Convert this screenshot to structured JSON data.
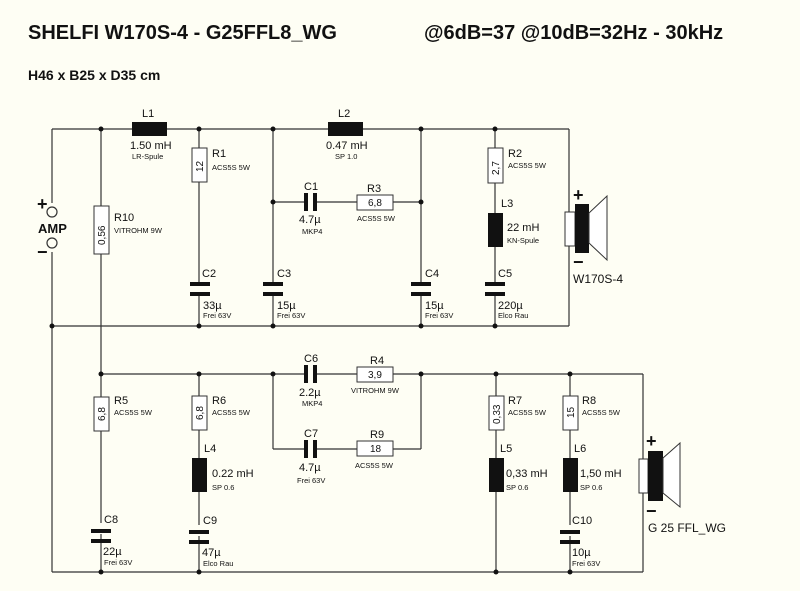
{
  "header": {
    "title": "SHELFI W170S-4 - G25FFL8_WG",
    "response": "@6dB=37 @10dB=32Hz - 30kHz",
    "dimensions": "H46 x B25 x D35 cm"
  },
  "amp": {
    "label": "AMP",
    "plus": "+",
    "minus": "−"
  },
  "components": {
    "L1": {
      "name": "L1",
      "value": "1.50 mH",
      "type": "LR-Spule"
    },
    "L2": {
      "name": "L2",
      "value": "0.47 mH",
      "type": "SP 1.0"
    },
    "L3": {
      "name": "L3",
      "value": "22 mH",
      "type": "KN-Spule"
    },
    "L4": {
      "name": "L4",
      "value": "0.22 mH",
      "type": "SP 0.6"
    },
    "L5": {
      "name": "L5",
      "value": "0,33 mH",
      "type": "SP 0.6"
    },
    "L6": {
      "name": "L6",
      "value": "1,50 mH",
      "type": "SP 0.6"
    },
    "R1": {
      "name": "R1",
      "value": "12",
      "type": "ACS5S 5W"
    },
    "R2": {
      "name": "R2",
      "value": "2,7",
      "type": "ACS5S 5W"
    },
    "R3": {
      "name": "R3",
      "value": "6,8",
      "type": "ACS5S 5W"
    },
    "R4": {
      "name": "R4",
      "value": "3,9",
      "type": "VITROHM 9W"
    },
    "R5": {
      "name": "R5",
      "value": "6,8",
      "type": "ACS5S 5W"
    },
    "R6": {
      "name": "R6",
      "value": "6,8",
      "type": "ACS5S 5W"
    },
    "R7": {
      "name": "R7",
      "value": "0,33",
      "type": "ACS5S 5W"
    },
    "R8": {
      "name": "R8",
      "value": "15",
      "type": "ACS5S 5W"
    },
    "R9": {
      "name": "R9",
      "value": "18",
      "type": "ACS5S 5W"
    },
    "R10": {
      "name": "R10",
      "value": "0,56",
      "type": "VITROHM 9W"
    },
    "C1": {
      "name": "C1",
      "value": "4.7µ",
      "type": "MKP4"
    },
    "C2": {
      "name": "C2",
      "value": "33µ",
      "type": "Frei  63V"
    },
    "C3": {
      "name": "C3",
      "value": "15µ",
      "type": "Frei 63V"
    },
    "C4": {
      "name": "C4",
      "value": "15µ",
      "type": "Frei 63V"
    },
    "C5": {
      "name": "C5",
      "value": "220µ",
      "type": "Elco Rau"
    },
    "C6": {
      "name": "C6",
      "value": "2.2µ",
      "type": "MKP4"
    },
    "C7": {
      "name": "C7",
      "value": "4.7µ",
      "type": "Frei 63V"
    },
    "C8": {
      "name": "C8",
      "value": "22µ",
      "type": "Frei 63V"
    },
    "C9": {
      "name": "C9",
      "value": "47µ",
      "type": "Elco Rau"
    },
    "C10": {
      "name": "C10",
      "value": "10µ",
      "type": "Frei 63V"
    }
  },
  "speakers": {
    "woofer": {
      "label": "W170S-4",
      "plus": "+",
      "minus": "−"
    },
    "tweeter": {
      "label": "G 25 FFL_WG",
      "plus": "+",
      "minus": "−"
    }
  }
}
